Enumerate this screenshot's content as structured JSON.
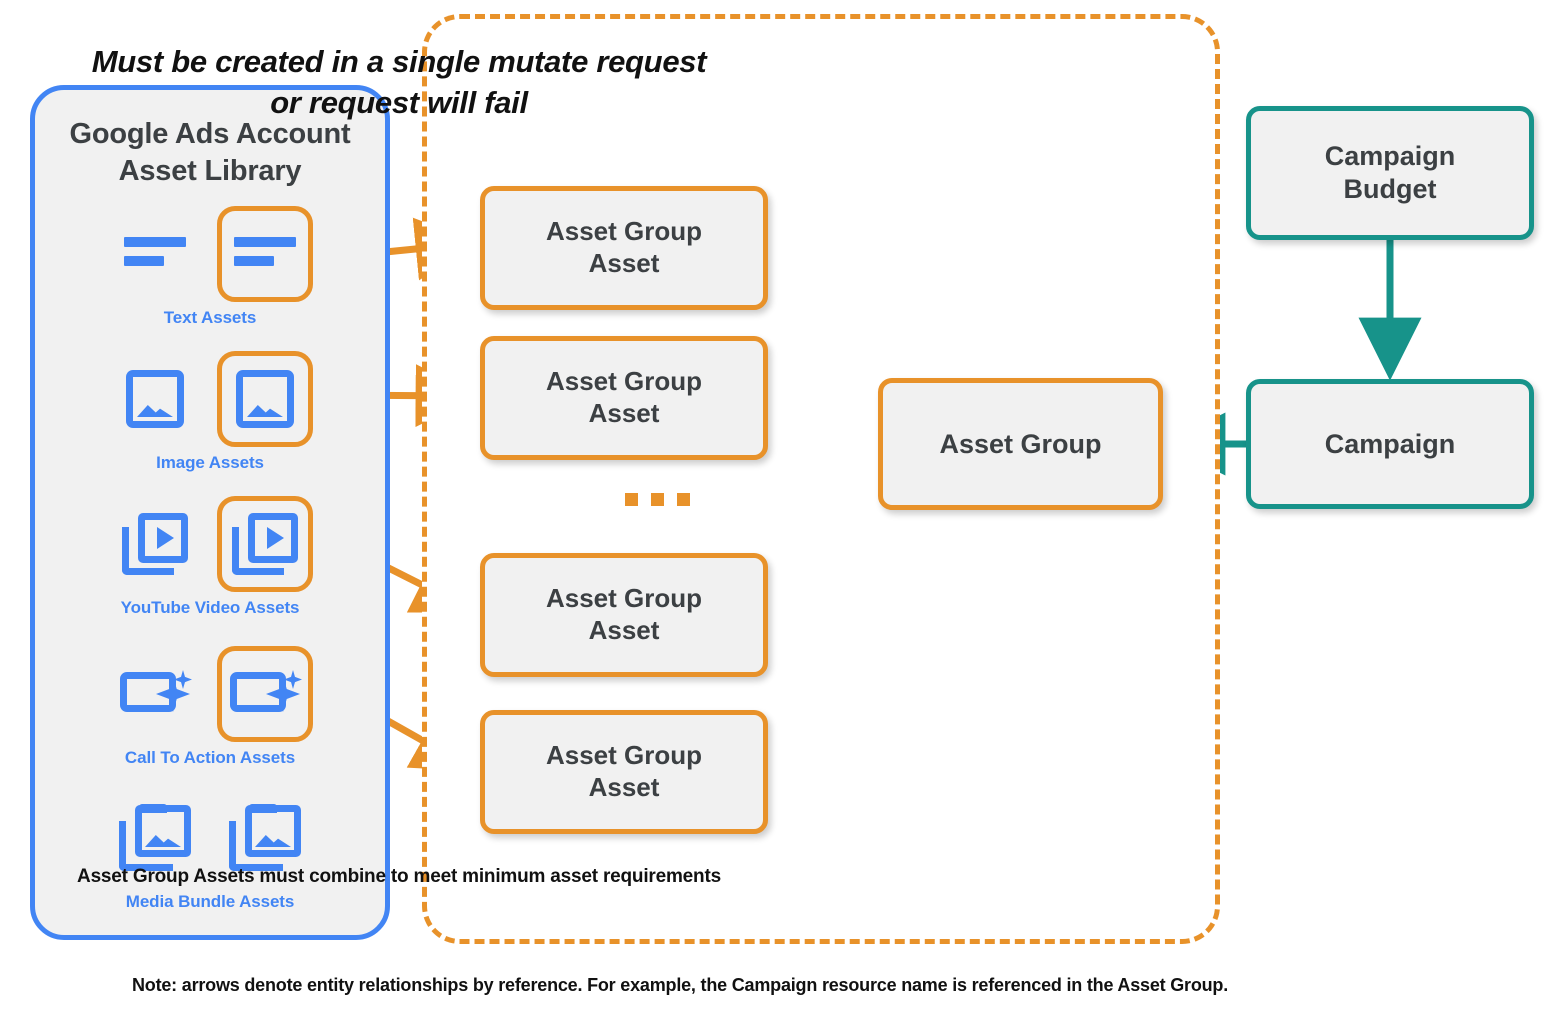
{
  "library": {
    "title": "Google Ads Account\nAsset Library",
    "title_line1": "Google Ads Account",
    "title_line2": "Asset Library",
    "border_color": "#4285F4",
    "fill_color": "#F1F1F1",
    "assets": [
      {
        "label": "Text Assets",
        "icon": "text-asset-icon",
        "highlighted": true,
        "count": 2
      },
      {
        "label": "Image Assets",
        "icon": "image-asset-icon",
        "highlighted": true,
        "count": 2
      },
      {
        "label": "YouTube Video  Assets",
        "icon": "youtube-video-asset-icon",
        "highlighted": true,
        "count": 2
      },
      {
        "label": "Call To Action Assets",
        "icon": "call-to-action-asset-icon",
        "highlighted": true,
        "count": 2
      },
      {
        "label": "Media Bundle  Assets",
        "icon": "media-bundle-asset-icon",
        "highlighted": false,
        "count": 2
      }
    ]
  },
  "mutate_container": {
    "note_line1": "Must be created in a single mutate request",
    "note_line2": "or request will fail",
    "footer": "Asset Group Assets must combine to meet minimum asset requirements",
    "border_color": "#E8922A",
    "border_style": "dashed"
  },
  "nodes": {
    "asset_group_assets": [
      {
        "label": "Asset Group\nAsset",
        "line1": "Asset Group",
        "line2": "Asset"
      },
      {
        "label": "Asset Group\nAsset",
        "line1": "Asset Group",
        "line2": "Asset"
      },
      {
        "label": "Asset Group\nAsset",
        "line1": "Asset Group",
        "line2": "Asset"
      },
      {
        "label": "Asset Group\nAsset",
        "line1": "Asset Group",
        "line2": "Asset"
      }
    ],
    "asset_group": {
      "label": "Asset Group",
      "border_color": "#E8922A"
    },
    "campaign_budget": {
      "line1": "Campaign",
      "line2": "Budget",
      "border_color": "#17938A"
    },
    "campaign": {
      "label": "Campaign",
      "border_color": "#17938A"
    }
  },
  "ellipsis": "...",
  "footnote": "Note: arrows denote entity relationships by reference. For example, the Campaign resource name is referenced in the Asset Group.",
  "colors": {
    "orange": "#E8922A",
    "teal": "#17938A",
    "blue": "#4285F4",
    "node_fill": "#F1F1F1",
    "text_dark": "#3C4043"
  }
}
